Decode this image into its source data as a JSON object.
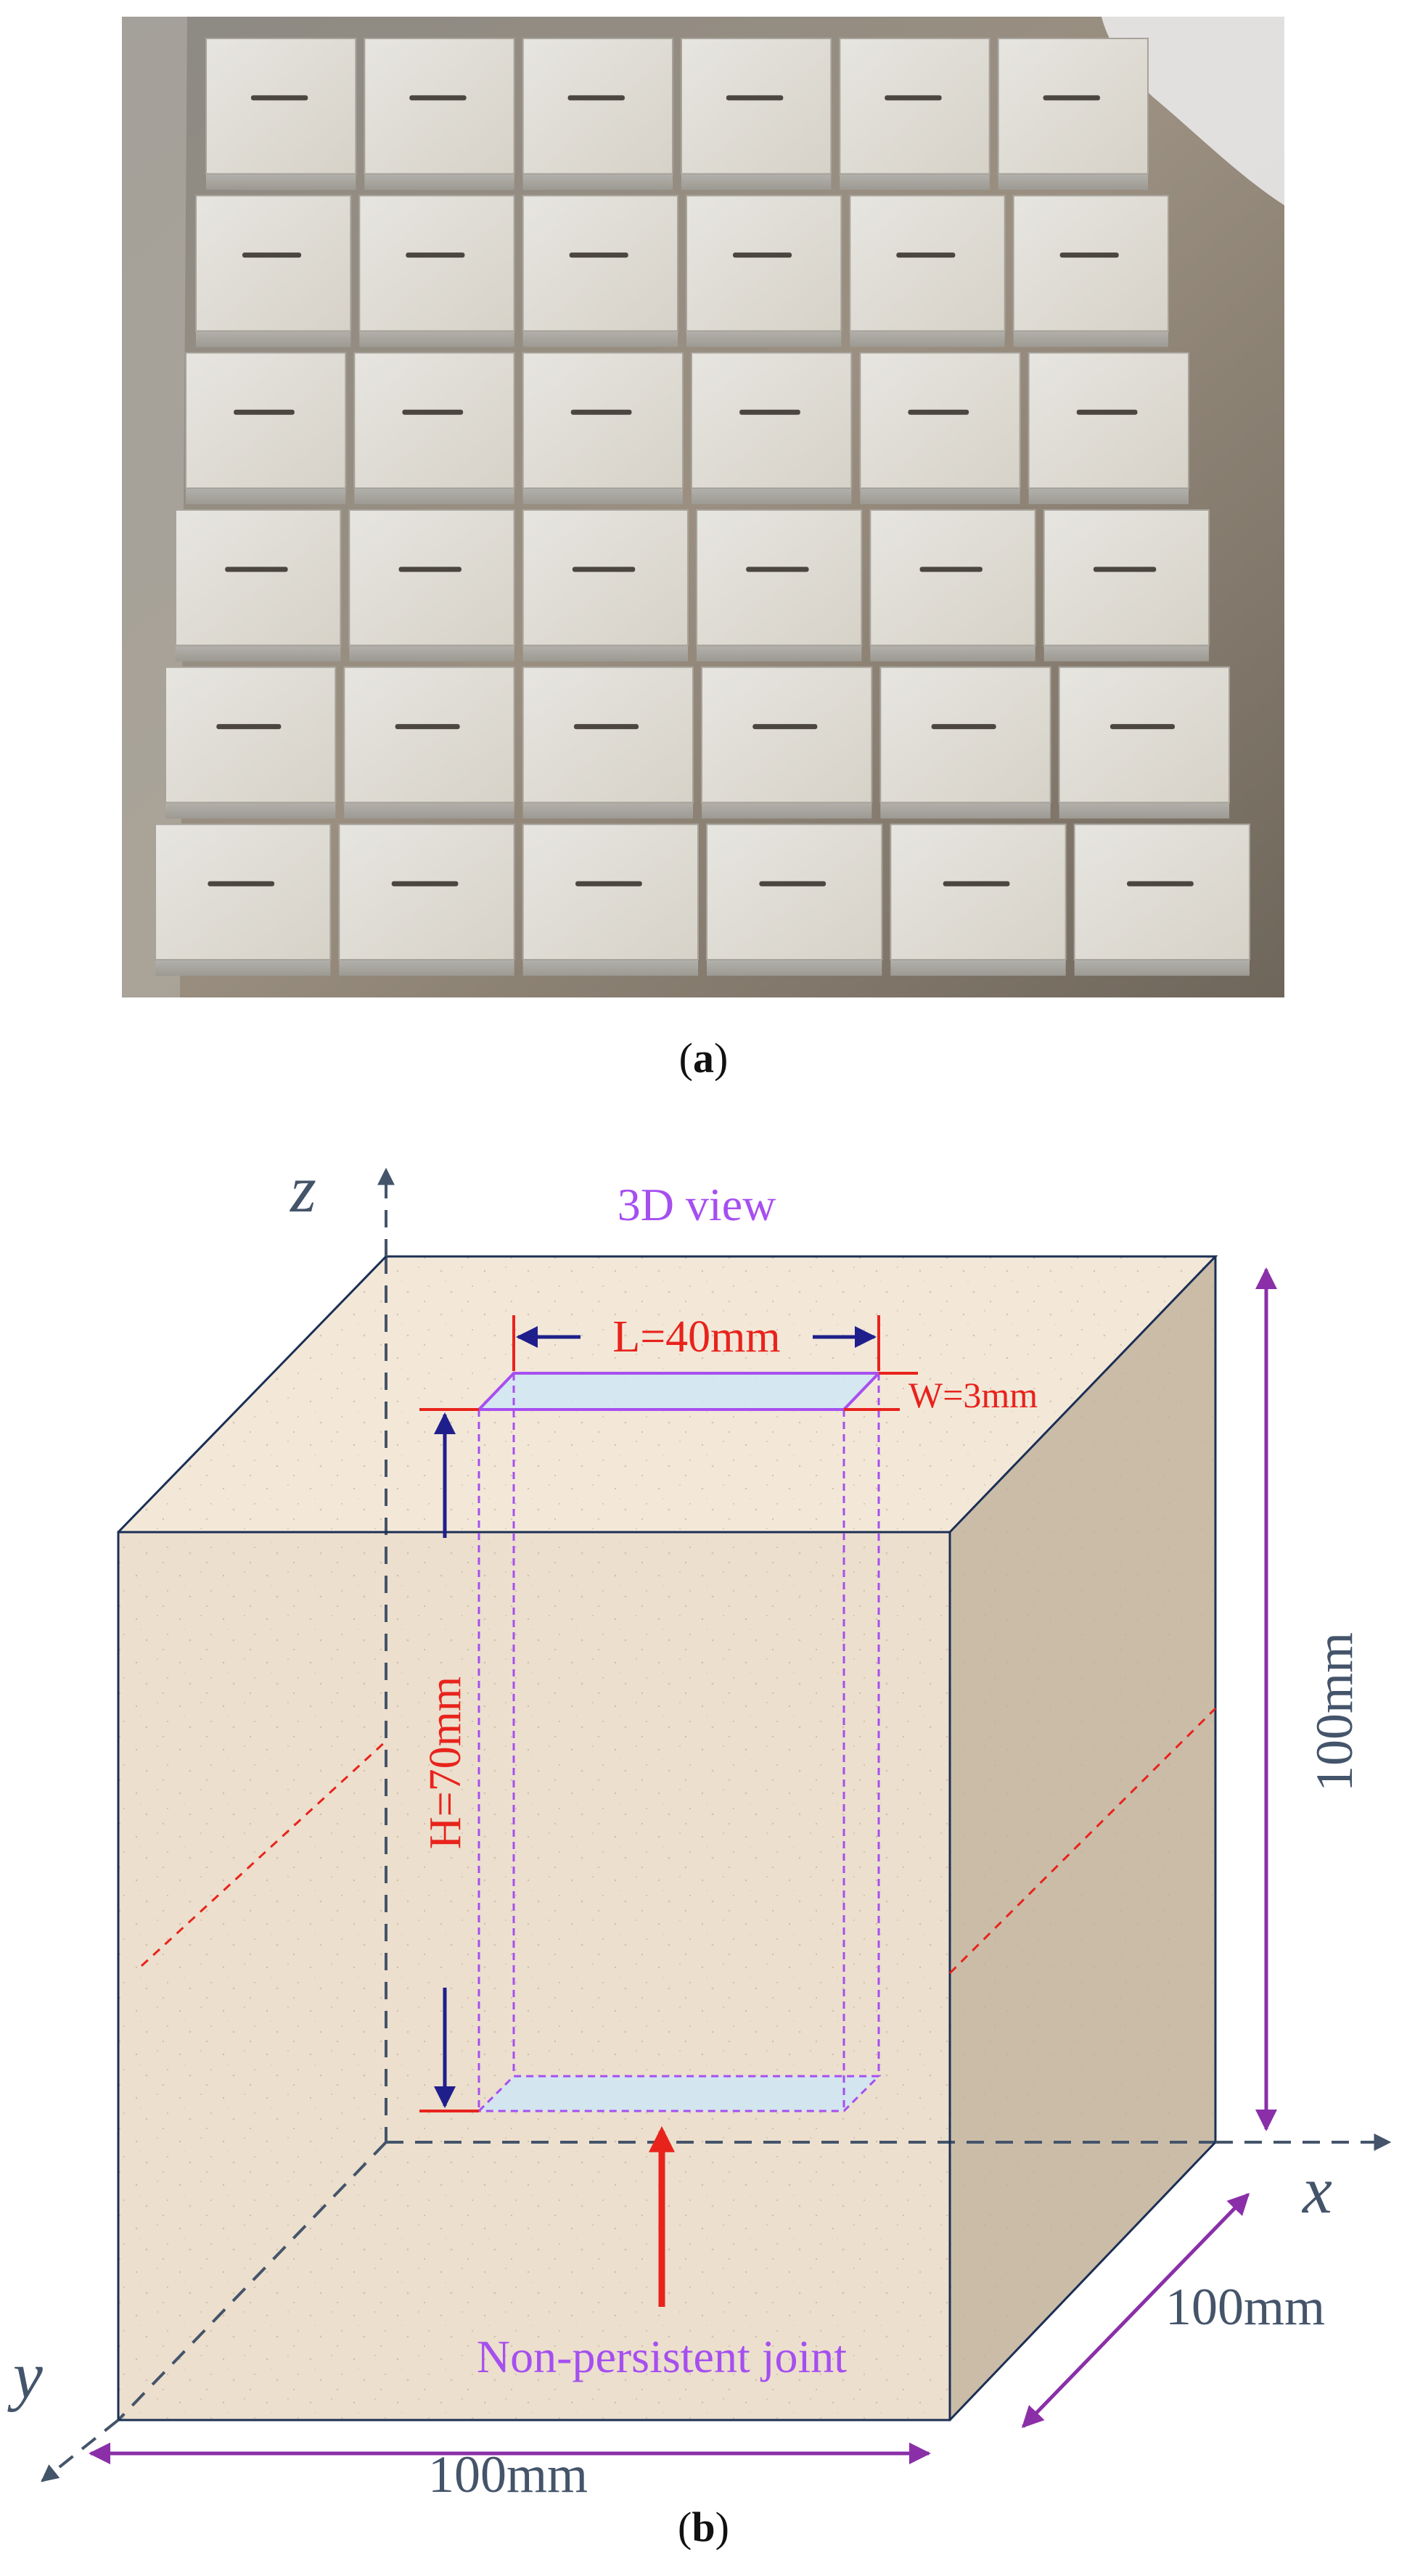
{
  "captions": {
    "a": "a",
    "b": "b"
  },
  "diagram": {
    "view_label": "3D view",
    "axes": {
      "x": "x",
      "y": "y",
      "z": "z"
    },
    "joint_label": "Non-persistent joint",
    "dimensions": {
      "length": "L=40mm",
      "width": "W=3mm",
      "height": "H=70mm",
      "cube_height": "100mm",
      "cube_depth": "100mm",
      "cube_width": "100mm"
    }
  },
  "colors": {
    "violet": "#a64ff0",
    "red": "#e8231c",
    "navy": "#1f1f8c",
    "arrow_purple": "#8a2fa8",
    "axis": "#44546a",
    "stone_front": "#ecdfcd",
    "stone_top": "#f3e8d8",
    "stone_side": "#cbbca8"
  }
}
